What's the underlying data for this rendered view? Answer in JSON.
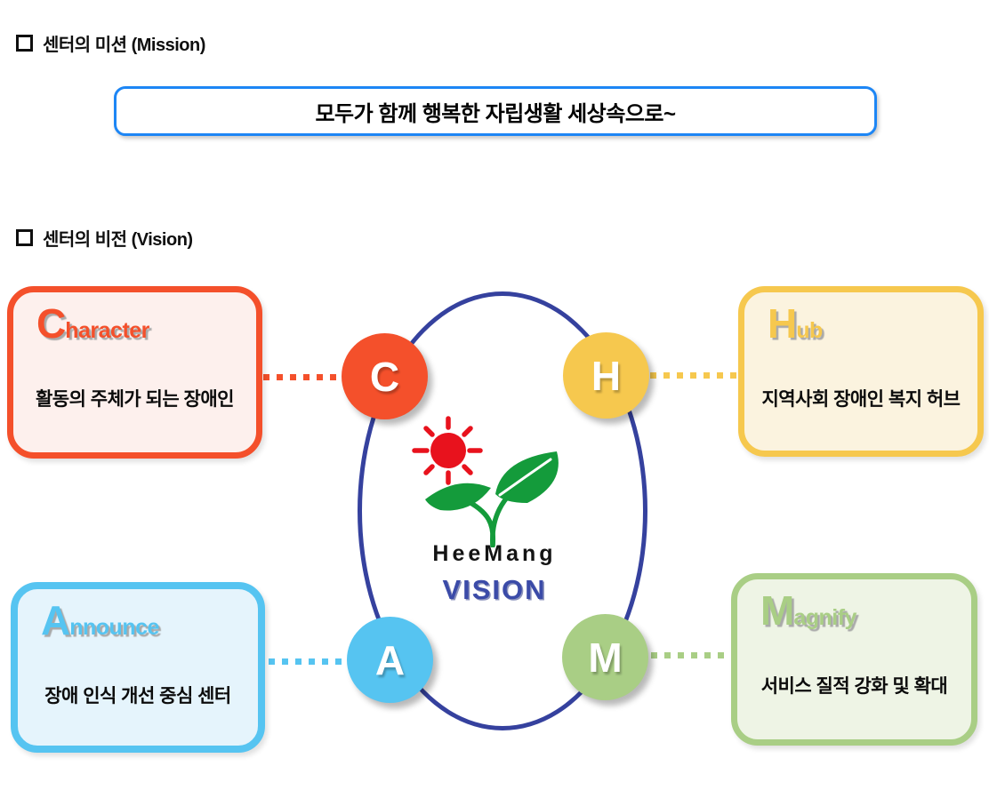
{
  "page": {
    "mission": {
      "heading": "센터의 미션 (Mission)",
      "statement": "모두가 함께 행복한 자립생활 세상속으로~",
      "box_border_color": "#1D86F5"
    },
    "vision": {
      "heading": "센터의 비전 (Vision)",
      "ellipse_color": "#35419E",
      "logo": {
        "brand": "HeeMang",
        "label": "VISION",
        "label_color": "#3B4BA8",
        "sun_icon_color": "#E8121D",
        "sprout_icon_color": "#149B3B"
      },
      "items": [
        {
          "id": "character",
          "letter": "C",
          "title_initial": "C",
          "title_rest": "haracter",
          "description": "활동의 주체가 되는 장애인",
          "accent_color": "#F4502B",
          "fill_color": "#FDF0ED"
        },
        {
          "id": "hub",
          "letter": "H",
          "title_initial": "H",
          "title_rest": "ub",
          "description": "지역사회 장애인 복지 허브",
          "accent_color": "#F6C84E",
          "fill_color": "#FBF3DF"
        },
        {
          "id": "announce",
          "letter": "A",
          "title_initial": "A",
          "title_rest": "nnounce",
          "description": "장애 인식 개선 중심 센터",
          "accent_color": "#56C4F1",
          "fill_color": "#E5F4FC"
        },
        {
          "id": "magnify",
          "letter": "M",
          "title_initial": "M",
          "title_rest": "agnify",
          "description": "서비스 질적 강화 및 확대",
          "accent_color": "#A9CE85",
          "fill_color": "#EEF4E5"
        }
      ]
    }
  }
}
